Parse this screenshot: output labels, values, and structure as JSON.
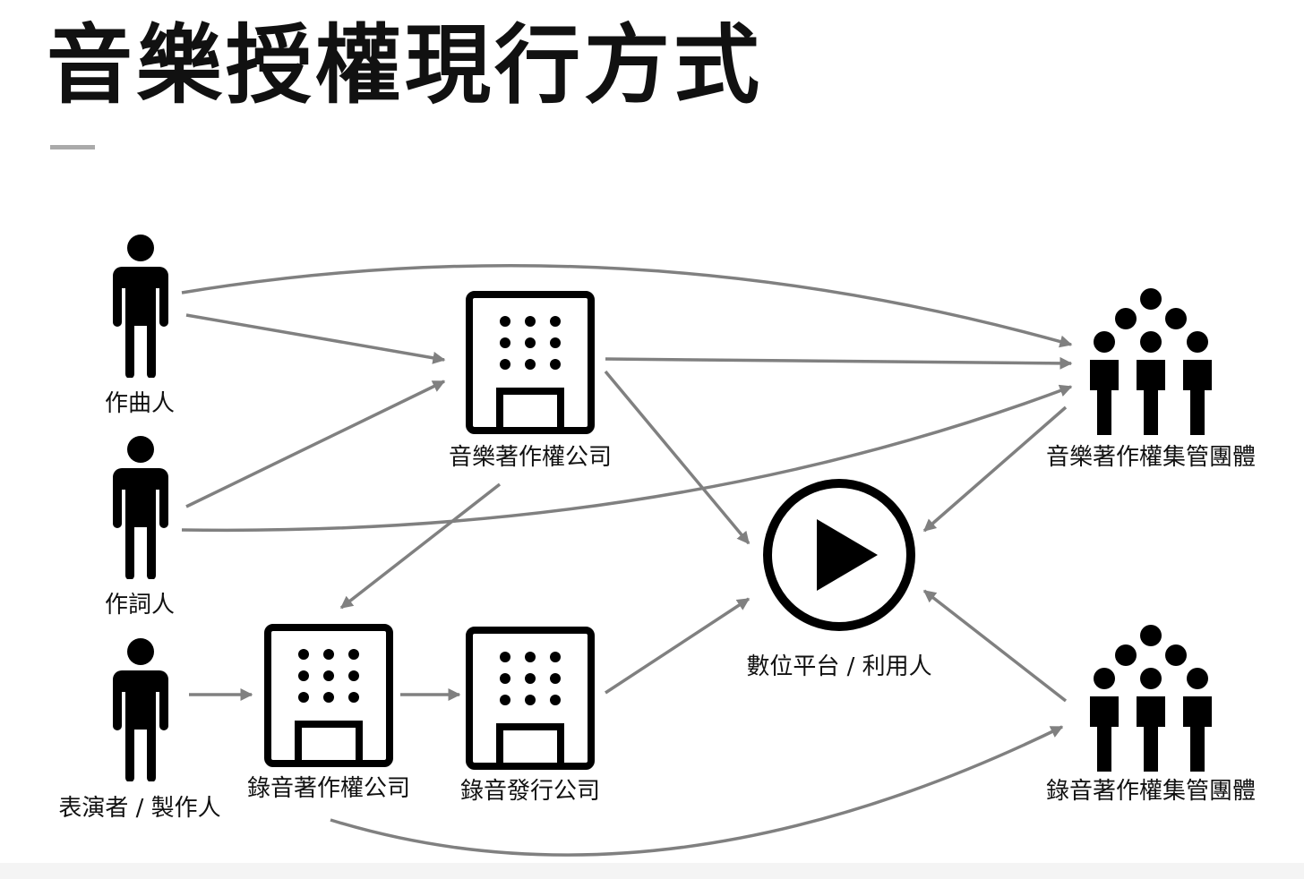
{
  "title": "音樂授權現行方式",
  "colors": {
    "arrow": "#808080",
    "icon": "#000000",
    "text": "#111111",
    "title_rule": "#aaaaaa"
  },
  "nodes": {
    "composer": {
      "label": "作曲人",
      "icon": "person-icon"
    },
    "lyricist": {
      "label": "作詞人",
      "icon": "person-icon"
    },
    "performer": {
      "label": "表演者 / 製作人",
      "icon": "person-icon"
    },
    "music_publisher": {
      "label": "音樂著作權公司",
      "icon": "building-icon"
    },
    "recording_company": {
      "label": "錄音著作權公司",
      "icon": "building-icon"
    },
    "record_label": {
      "label": "錄音發行公司",
      "icon": "building-icon"
    },
    "music_cmo": {
      "label": "音樂著作權集管團體",
      "icon": "group-icon"
    },
    "recording_cmo": {
      "label": "錄音著作權集管團體",
      "icon": "group-icon"
    },
    "platform": {
      "label": "數位平台 / 利用人",
      "icon": "play-icon"
    }
  },
  "edges": [
    {
      "from": "composer",
      "to": "music_cmo"
    },
    {
      "from": "composer",
      "to": "music_publisher"
    },
    {
      "from": "lyricist",
      "to": "music_publisher"
    },
    {
      "from": "lyricist",
      "to": "music_cmo"
    },
    {
      "from": "music_publisher",
      "to": "music_cmo"
    },
    {
      "from": "music_publisher",
      "to": "platform"
    },
    {
      "from": "music_publisher",
      "to": "recording_company"
    },
    {
      "from": "music_cmo",
      "to": "platform"
    },
    {
      "from": "performer",
      "to": "recording_company"
    },
    {
      "from": "recording_company",
      "to": "record_label"
    },
    {
      "from": "record_label",
      "to": "platform"
    },
    {
      "from": "recording_cmo",
      "to": "platform"
    },
    {
      "from": "recording_company",
      "to": "recording_cmo"
    }
  ]
}
